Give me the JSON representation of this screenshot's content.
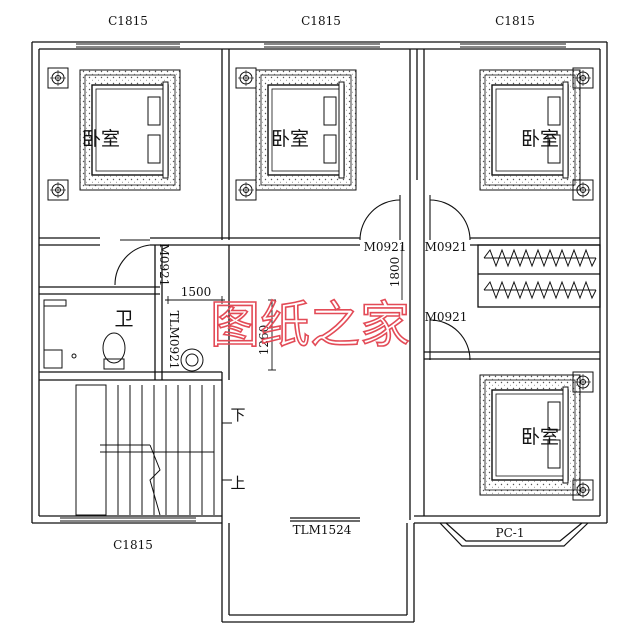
{
  "window_labels": {
    "top_left": "C1815",
    "top_middle": "C1815",
    "top_right": "C1815",
    "bottom_left": "C1815",
    "bay_window": "PC-1"
  },
  "door_labels": {
    "door_middle_bedroom": "M0921",
    "door_right_bedroom": "M0921",
    "door_stair_hall": "M0921",
    "door_lower_right_bedroom": "M0921",
    "door_bathroom": "TLM0921",
    "balcony_door": "TLM1524"
  },
  "rooms": {
    "bedroom_1": "卧室",
    "bedroom_2": "卧室",
    "bedroom_3": "卧室",
    "bedroom_4": "卧室",
    "bathroom": "卫"
  },
  "dimensions": {
    "d1500": "1500",
    "d1800": "1800",
    "d1260": "1260"
  },
  "stairs": {
    "down": "下",
    "up": "上"
  },
  "watermark": "图纸之家"
}
